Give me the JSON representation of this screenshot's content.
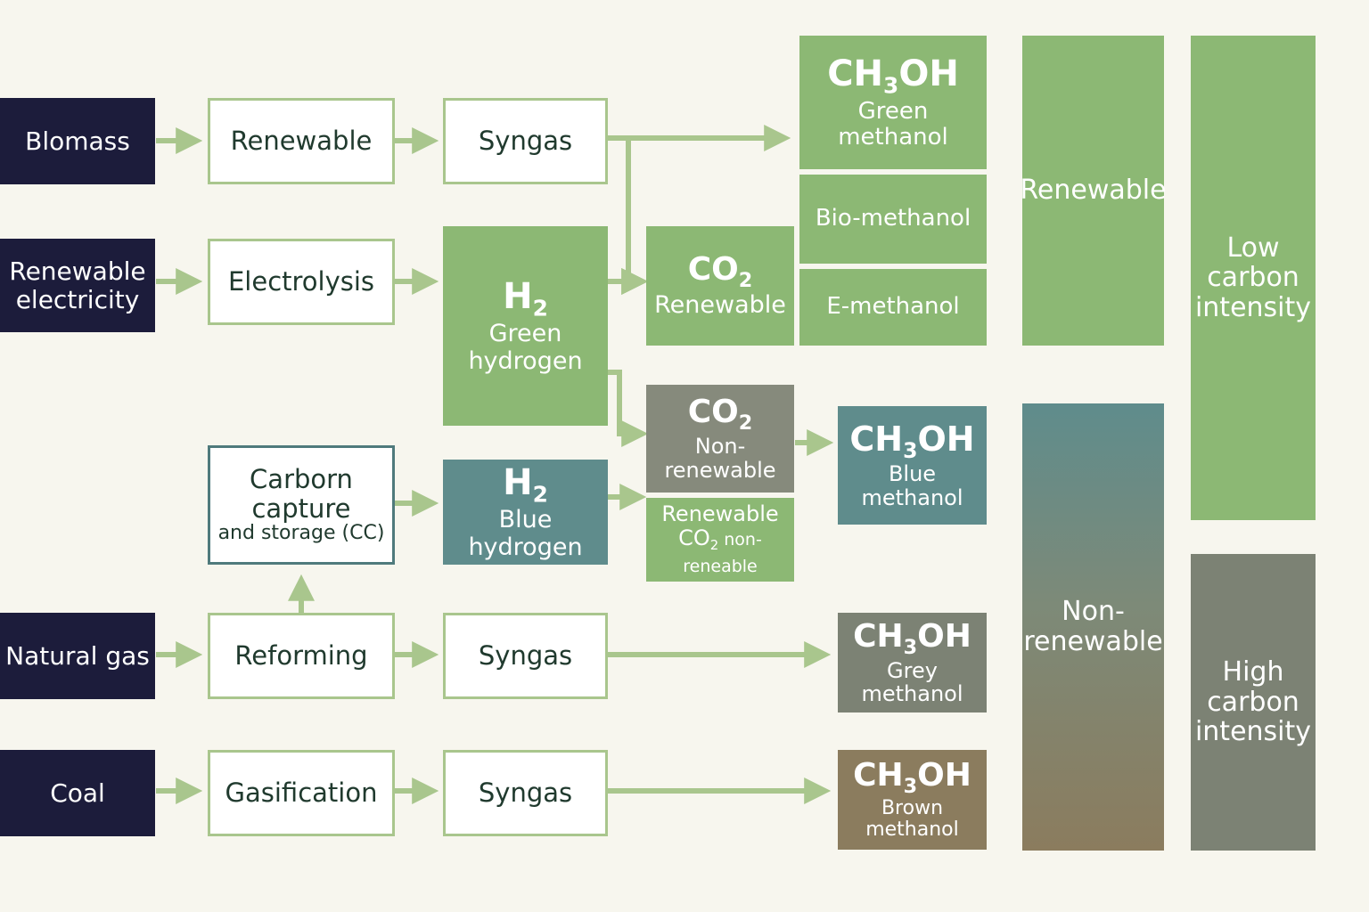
{
  "sources": {
    "biomass": "Blomass",
    "renewable_electricity": [
      "Renewable",
      "electricity"
    ],
    "natural_gas": "Natural gas",
    "coal": "Coal"
  },
  "processes": {
    "renewable": "Renewable",
    "electrolysis": "Electrolysis",
    "ccs": [
      "Carborn",
      "capture",
      "and storage (CC)"
    ],
    "reforming": "Reforming",
    "gasification": "Gasification"
  },
  "intermediates": {
    "syngas_biomass": "Syngas",
    "syngas_gas": "Syngas",
    "syngas_coal": "Syngas",
    "h2_green": {
      "formula": "H",
      "sub": "2",
      "label": [
        "Green",
        "hydrogen"
      ]
    },
    "h2_blue": {
      "formula": "H",
      "sub": "2",
      "label": "Blue hydrogen"
    },
    "co2_renewable": {
      "formula": "CO",
      "sub": "2",
      "label": "Renewable"
    },
    "co2_nonrenewable": {
      "formula": "CO",
      "sub": "2",
      "label": "Non-renewable"
    },
    "co2_mixed": {
      "label": "Renewable",
      "formula": "CO",
      "sub": "2",
      "note": "non-reneable"
    }
  },
  "products": {
    "green": {
      "formula_a": "CH",
      "sub": "3",
      "formula_b": "OH",
      "label": "Green methanol"
    },
    "bio": "Bio-methanol",
    "e": "E-methanol",
    "blue": {
      "formula_a": "CH",
      "sub": "3",
      "formula_b": "OH",
      "label": "Blue methanol"
    },
    "grey": {
      "formula_a": "CH",
      "sub": "3",
      "formula_b": "OH",
      "label": "Grey methanol"
    },
    "brown": {
      "formula_a": "CH",
      "sub": "3",
      "formula_b": "OH",
      "label": "Brown methanol"
    }
  },
  "categories": {
    "renewable": "Renewable",
    "non_renewable": [
      "Non-",
      "renewable"
    ],
    "low_carbon": [
      "Low",
      "carbon",
      "intensity"
    ],
    "high_carbon": [
      "High",
      "carbon",
      "intensity"
    ]
  },
  "colors": {
    "source_dark": "#1c1c3b",
    "green": "#8cb874",
    "blue": "#5f8c8c",
    "grey": "#868a7c",
    "brown": "#8b7c5e",
    "connector": "#a9c68d"
  }
}
